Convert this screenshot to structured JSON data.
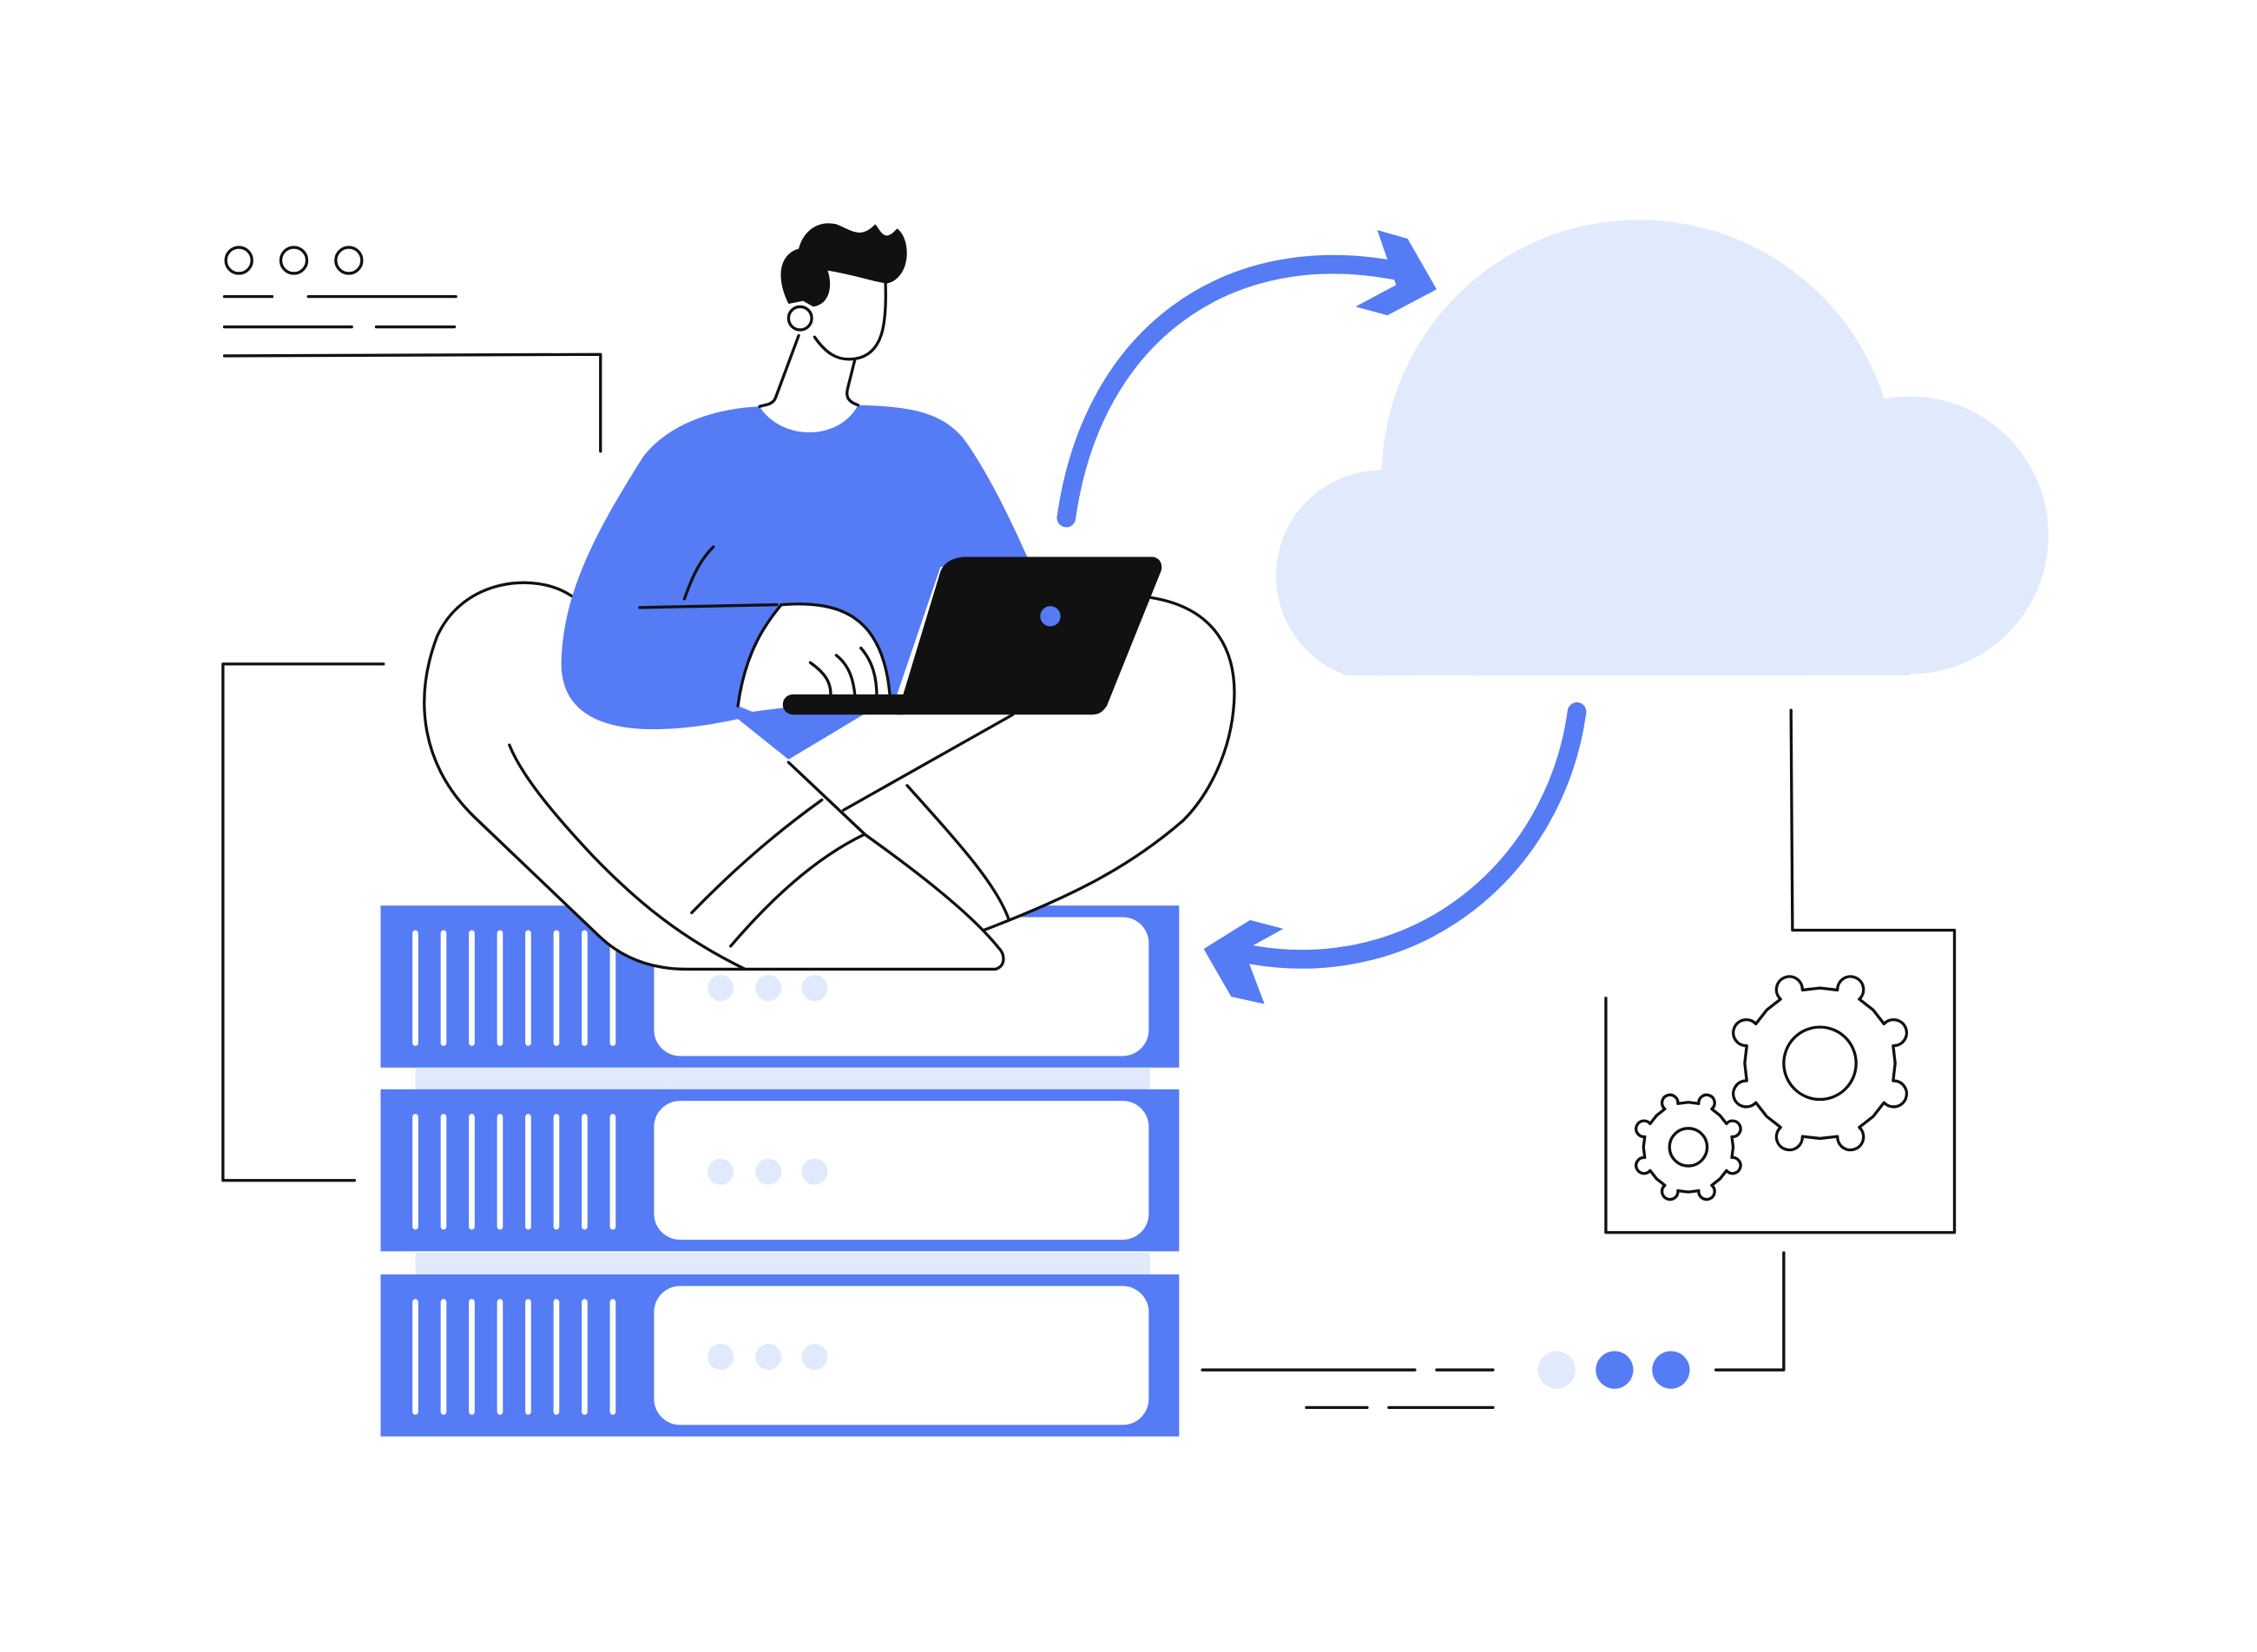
{
  "illustration": {
    "subject": "person-with-laptop-on-server-stack-syncing-to-cloud",
    "colors": {
      "primary_blue": "#557bf5",
      "light_blue": "#e1e9fd",
      "outline": "#111111",
      "background": "#ffffff"
    },
    "icons": [
      "window-icon",
      "cloud-icon",
      "sync-arrow-icon",
      "gear-icon",
      "server-icon",
      "laptop-icon"
    ],
    "server_units": 3,
    "gears": 2
  }
}
